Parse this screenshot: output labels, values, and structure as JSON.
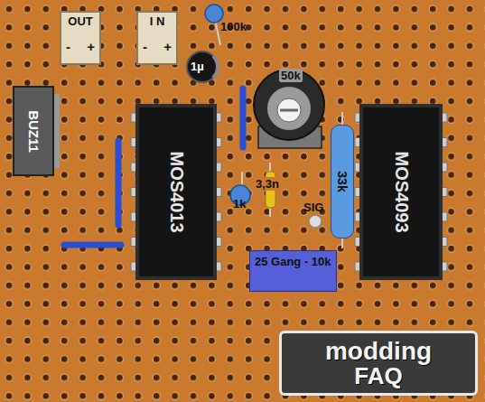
{
  "diagram": {
    "nodes": [
      {
        "text": [
          "OUT",
          "-",
          "+"
        ]
      },
      {
        "text": [
          "I N",
          "-",
          "+"
        ]
      },
      {
        "text": [
          "BUZ11"
        ]
      },
      {
        "text": [
          "MOS4013"
        ]
      },
      {
        "text": [
          "MOS4093"
        ]
      },
      {
        "text": [
          "33k"
        ]
      },
      {
        "text": [
          "25 Gang - 10k"
        ]
      },
      {
        "text": [
          "modding",
          "FAQ"
        ]
      }
    ],
    "labels": [
      "100k",
      "1µ",
      "50k",
      "3,3n",
      "1k",
      "SIG"
    ]
  }
}
